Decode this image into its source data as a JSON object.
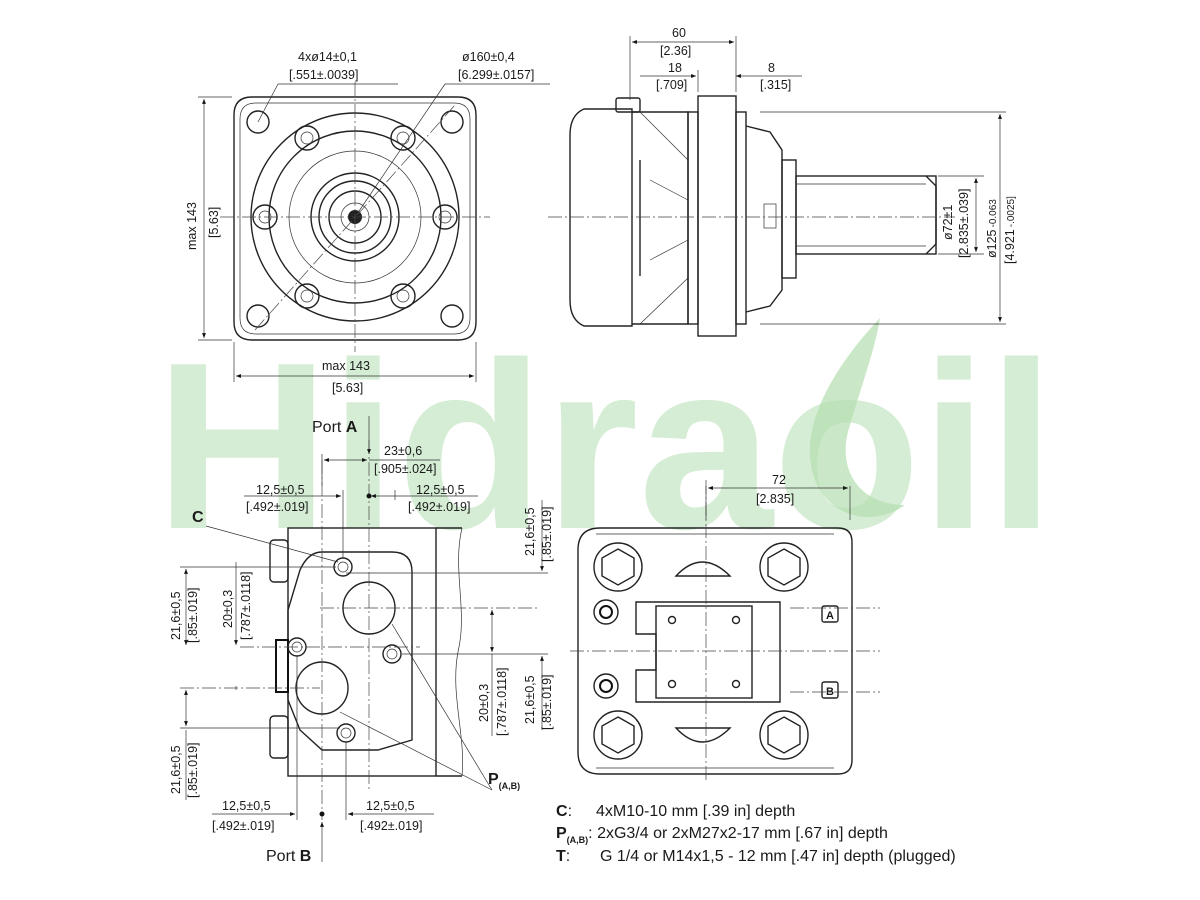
{
  "watermark": {
    "text": "Hidraoil",
    "color_green": "#9ed19a",
    "color_gray": "#b4b4b4"
  },
  "top_view": {
    "bolt_holes": "4xø14±0,1",
    "bolt_holes_in": "[.551±.0039]",
    "pitch_circle": "ø160±0,4",
    "pitch_circle_in": "[6.299±.0157]",
    "height": "max 143",
    "height_in": "[5.63]",
    "width": "max 143",
    "width_in": "[5.63]"
  },
  "side_view": {
    "overall": "60",
    "overall_in": "[2.36]",
    "flange_offset": "18",
    "flange_offset_in": "[.709]",
    "flange_width": "8",
    "flange_width_in": "[.315]",
    "pilot_dia": "ø72±1",
    "pilot_dia_in": "[2.835±.039]",
    "shaft_flange_dia": "ø125",
    "shaft_flange_tol": "-0.063",
    "shaft_flange_dia_in": "[4.921",
    "shaft_flange_tol_in": "-.0025]"
  },
  "port_view": {
    "port_a_prefix": "Port ",
    "port_a_letter": "A",
    "port_b_prefix": "Port ",
    "port_b_letter": "B",
    "port_spacing": "23±0,6",
    "port_spacing_in": "[.905±.024]",
    "c_offset_left": "12,5±0,5",
    "c_offset_left_in": "[.492±.019]",
    "c_offset_right": "12,5±0,5",
    "c_offset_right_in": "[.492±.019]",
    "bottom_left": "12,5±0,5",
    "bottom_left_in": "[.492±.019]",
    "bottom_right": "12,5±0,5",
    "bottom_right_in": "[.492±.019]",
    "v_left_top": "21,6±0,5",
    "v_left_top_in": "[.85±.019]",
    "v_left_mid": "20±0,3",
    "v_left_mid_in": "[.787±.0118]",
    "v_left_bot": "21,6±0,5",
    "v_left_bot_in": "[.85±.019]",
    "v_right_top": "21,6±0,5",
    "v_right_top_in": "[.85±.019]",
    "v_right_mid": "20±0,3",
    "v_right_mid_in": "[.787±.0118]",
    "v_right_bot": "21,6±0,5",
    "v_right_bot_in": "[.85±.019]",
    "label_c": "C",
    "label_p": "P",
    "label_p_sub": "(A,B)"
  },
  "rear_view": {
    "width": "72",
    "width_in": "[2.835]",
    "marker_a": "A",
    "marker_b": "B"
  },
  "legend": [
    {
      "key": "C",
      "sub": "",
      "text": "4xM10-10 mm [.39 in] depth"
    },
    {
      "key": "P",
      "sub": "(A,B)",
      "text": ": 2xG3/4 or 2xM27x2-17 mm [.67 in] depth"
    },
    {
      "key": "T",
      "sub": "",
      "text": "G 1/4 or M14x1,5 - 12 mm [.47 in] depth (plugged)"
    }
  ]
}
